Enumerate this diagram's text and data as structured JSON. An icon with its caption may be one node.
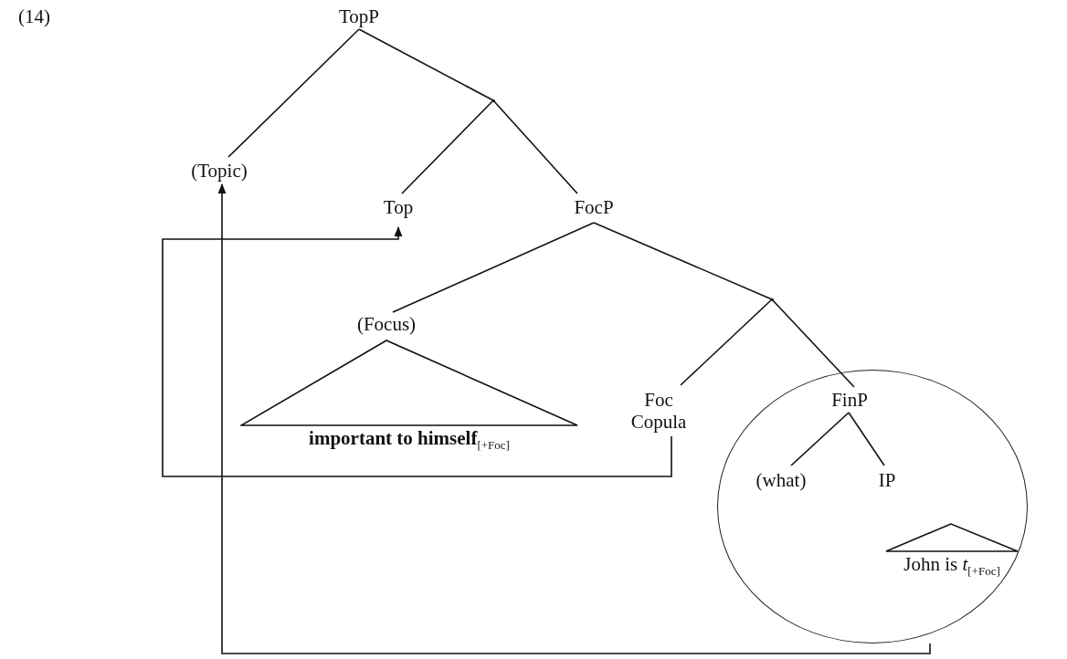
{
  "diagram": {
    "nodes": [
      {
        "text": [
          "TopP"
        ]
      },
      {
        "text": [
          "(Topic)"
        ]
      },
      {
        "text": [],
        "shape": "point"
      },
      {
        "text": [
          "Top"
        ]
      },
      {
        "text": [
          "FocP"
        ]
      },
      {
        "text": [
          "(Focus)"
        ]
      },
      {
        "text": [
          "**important to himself**$_{[+Foc]}$"
        ]
      },
      {
        "text": [],
        "shape": "point"
      },
      {
        "text": [
          "Foc",
          "Copula"
        ]
      },
      {
        "text": [],
        "shape": "circle"
      },
      {
        "text": [
          "FinP"
        ],
        "in": 9
      },
      {
        "text": [
          "(what)"
        ],
        "in": 9
      },
      {
        "text": [
          "IP"
        ],
        "in": 9
      },
      {
        "text": [
          "John is *t*$_{[+Foc]}$"
        ],
        "in": 9
      }
    ],
    "edges": [
      {
        "from": 0,
        "to": 1,
        "arrow": "none"
      },
      {
        "from": 0,
        "to": 2,
        "arrow": "none"
      },
      {
        "from": 2,
        "to": 3,
        "arrow": "none"
      },
      {
        "from": 2,
        "to": 4,
        "arrow": "none"
      },
      {
        "from": 4,
        "to": 5,
        "arrow": "none"
      },
      {
        "from": 4,
        "to": 7,
        "arrow": "none"
      },
      {
        "from": 7,
        "to": 8,
        "arrow": "none"
      },
      {
        "from": 7,
        "to": 10,
        "arrow": "none"
      },
      {
        "from": 10,
        "to": 11,
        "arrow": "none"
      },
      {
        "from": 10,
        "to": 12,
        "arrow": "none"
      },
      {
        "from": 8,
        "to": 3,
        "arrow": "to"
      },
      {
        "from": 9,
        "to": 1,
        "arrow": "to"
      }
    ],
    "labels": [
      "(14)"
    ]
  }
}
